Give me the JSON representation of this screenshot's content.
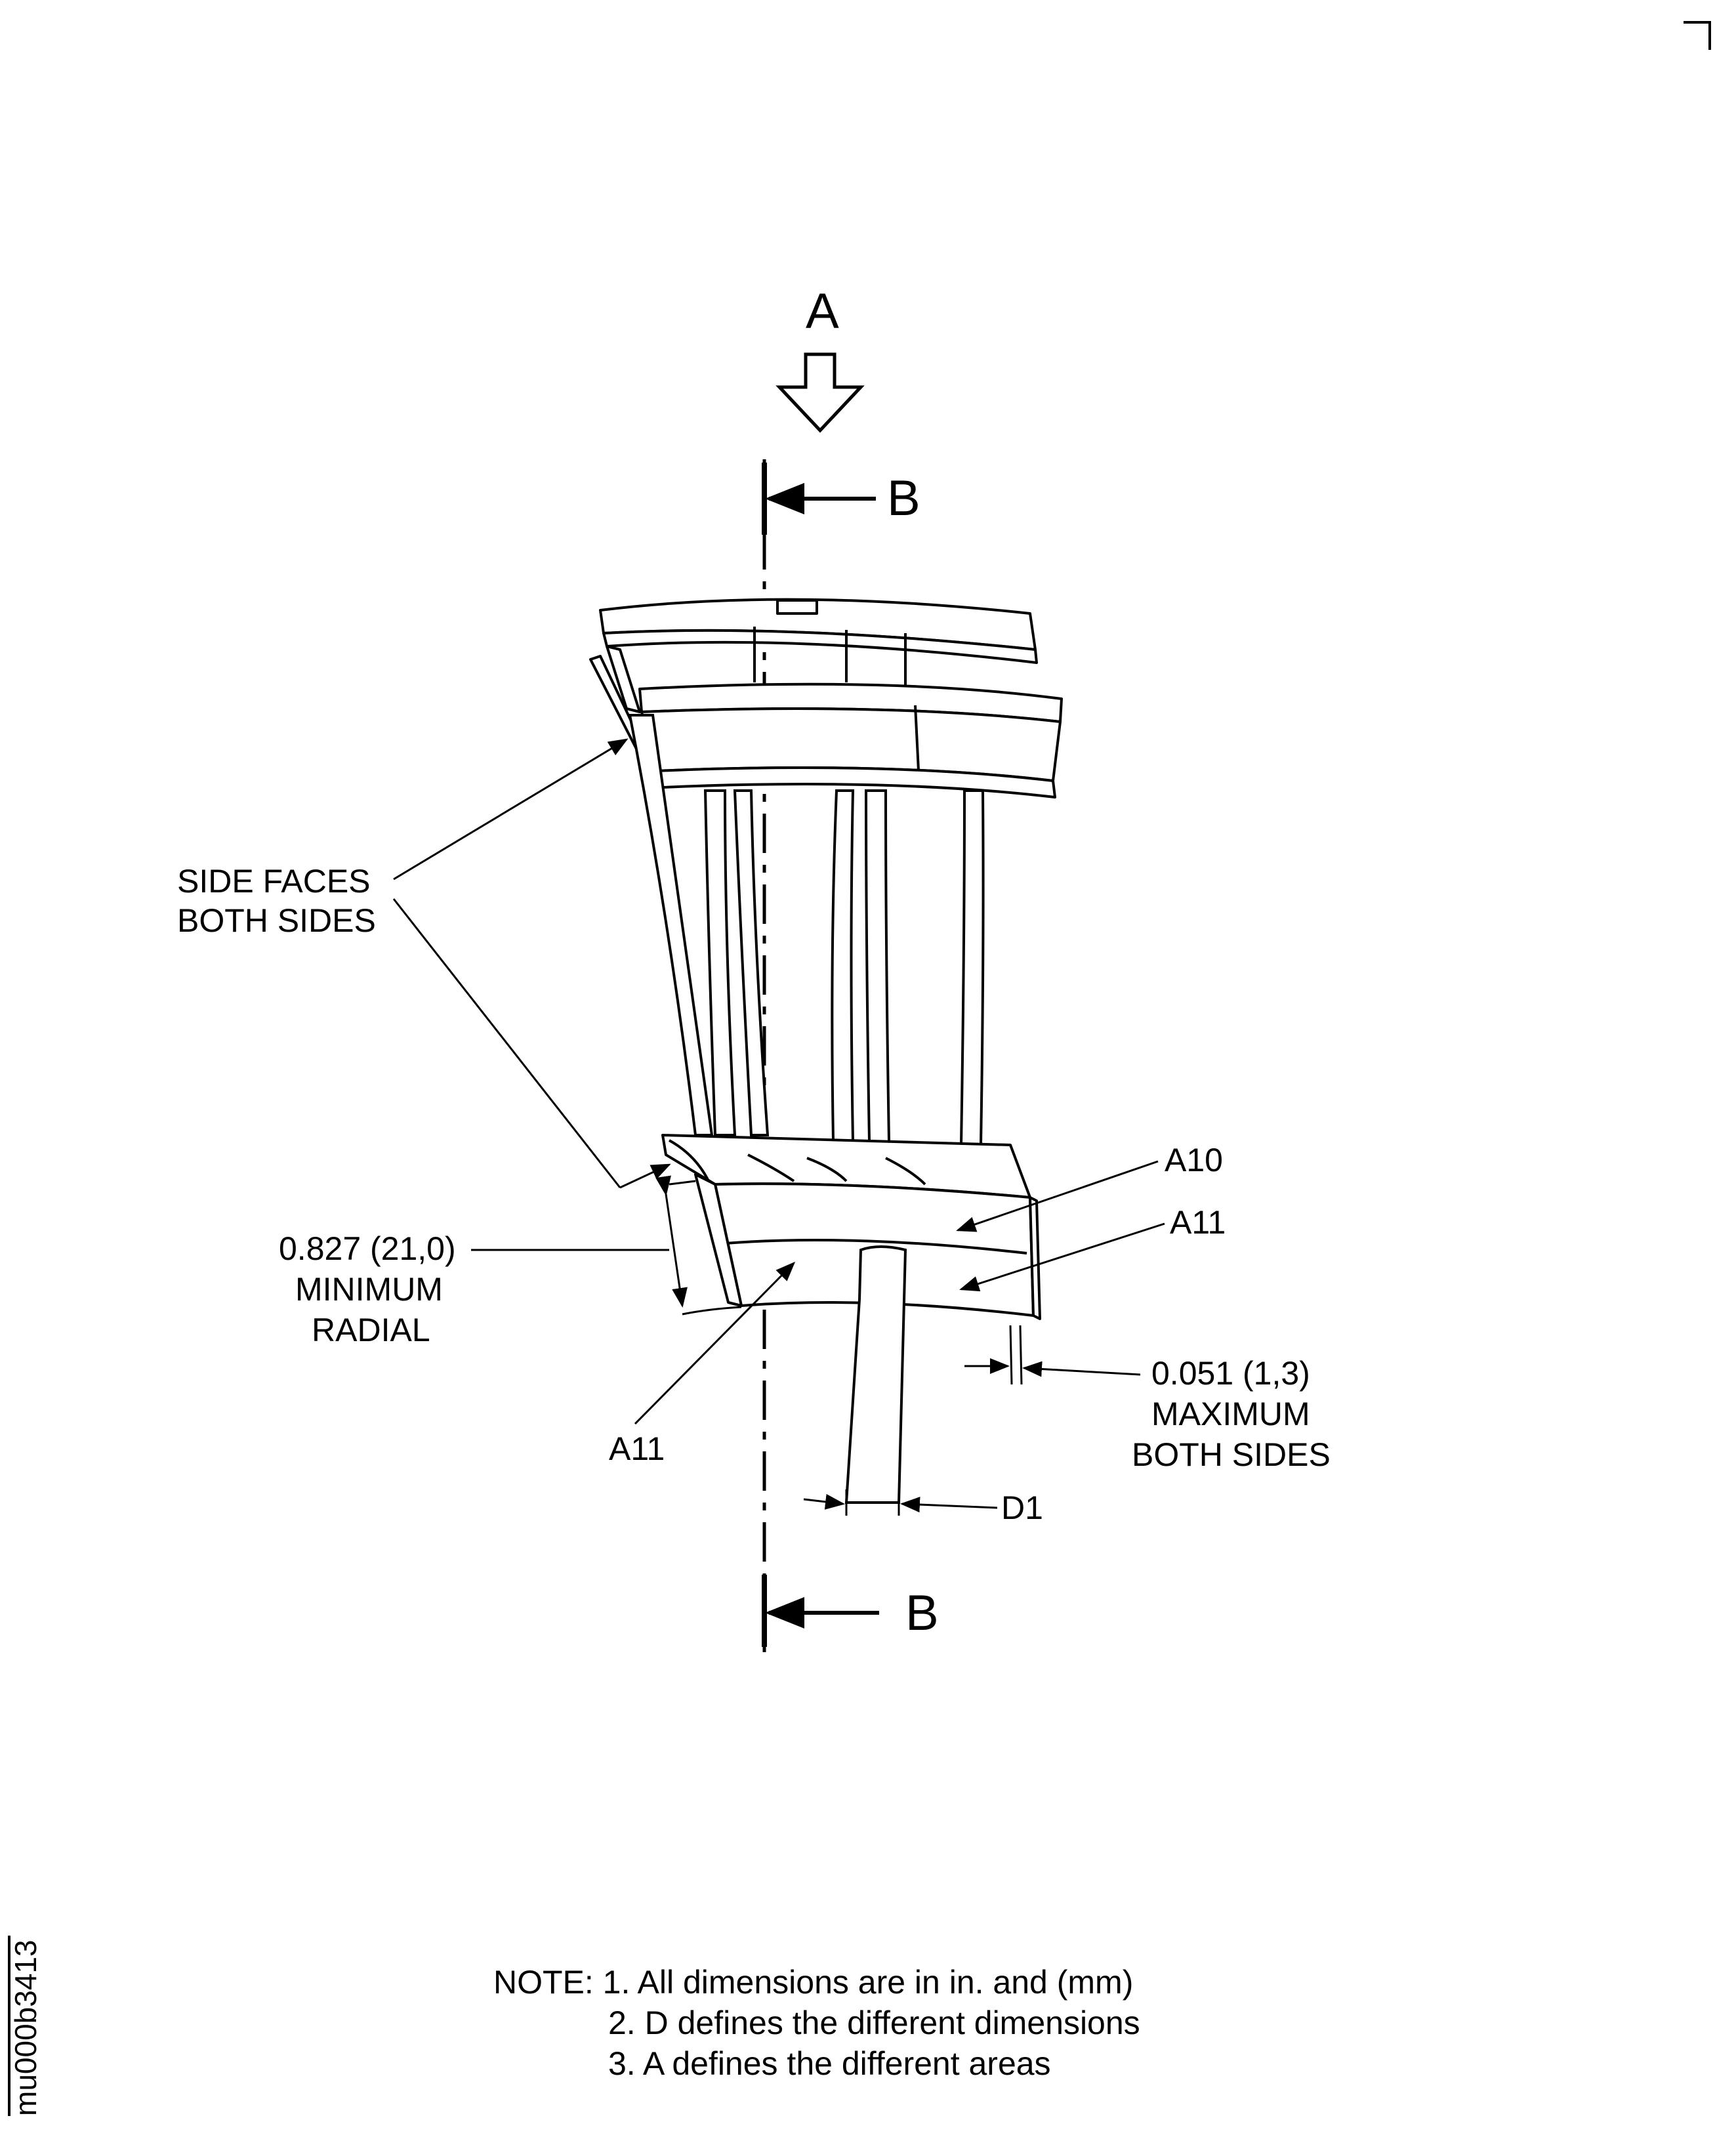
{
  "view": {
    "arrow_label": "A",
    "section_top_label": "B",
    "section_bottom_label": "B"
  },
  "callouts": {
    "side_faces_line1": "SIDE FACES",
    "side_faces_line2": "BOTH SIDES",
    "a10": "A10",
    "a11_right": "A11",
    "a11_left": "A11",
    "d1": "D1",
    "radial_line1": "0.827 (21,0)",
    "radial_line2": "MINIMUM",
    "radial_line3": "RADIAL",
    "max_line1": "0.051 (1,3)",
    "max_line2": "MAXIMUM",
    "max_line3": "BOTH SIDES"
  },
  "notes": {
    "line1": "NOTE: 1. All dimensions are in in. and (mm)",
    "line2": "2. D defines the different dimensions",
    "line3": "3. A defines the different areas"
  },
  "figure_id": "mu000b3413"
}
